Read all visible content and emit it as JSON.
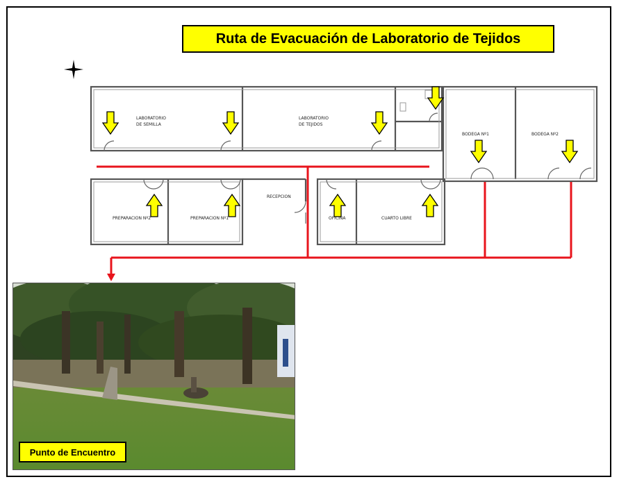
{
  "title": "Ruta de Evacuación de Laboratorio de Tejidos",
  "meeting_point_label": "Punto de Encuentro",
  "rooms": {
    "lab_semilla_line1": "LABORATORIO",
    "lab_semilla_line2": "DE SEMILLA",
    "lab_tejidos_line1": "LABORATORIO",
    "lab_tejidos_line2": "DE TEJIDOS",
    "bodega_1": "BODEGA Nº1",
    "bodega_2": "BODEGA Nº2",
    "preparacion_2": "PREPARACION Nº2",
    "preparacion_1": "PREPARACION Nº1",
    "recepcion": "RECEPCION",
    "oficina": "OFICINA",
    "cuarto_libre": "CUARTO LIBRE"
  },
  "colors": {
    "route": "#e8141c",
    "arrow_fill": "#ffff00",
    "label_bg": "#ffff00"
  },
  "icons": {
    "compass": "north-star-icon",
    "exit_arrow": "arrow-icon"
  }
}
